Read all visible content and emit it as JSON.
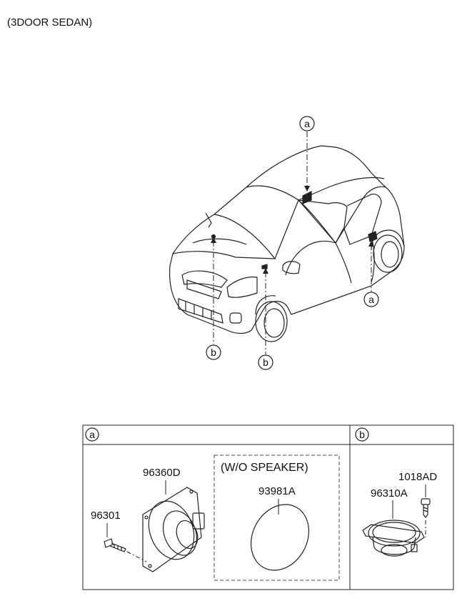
{
  "header": {
    "variant": "(3DOOR SEDAN)"
  },
  "callouts": {
    "roof_a": "a",
    "rear_a": "a",
    "front_b_left": "b",
    "front_b_right": "b"
  },
  "table": {
    "section_a": {
      "marker": "a",
      "parts": {
        "screw": "96301",
        "speaker": "96360D",
        "cover": "93981A"
      },
      "option_box_label": "(W/O SPEAKER)"
    },
    "section_b": {
      "marker": "b",
      "parts": {
        "tweeter": "96310A",
        "bolt": "1018AD"
      }
    }
  }
}
